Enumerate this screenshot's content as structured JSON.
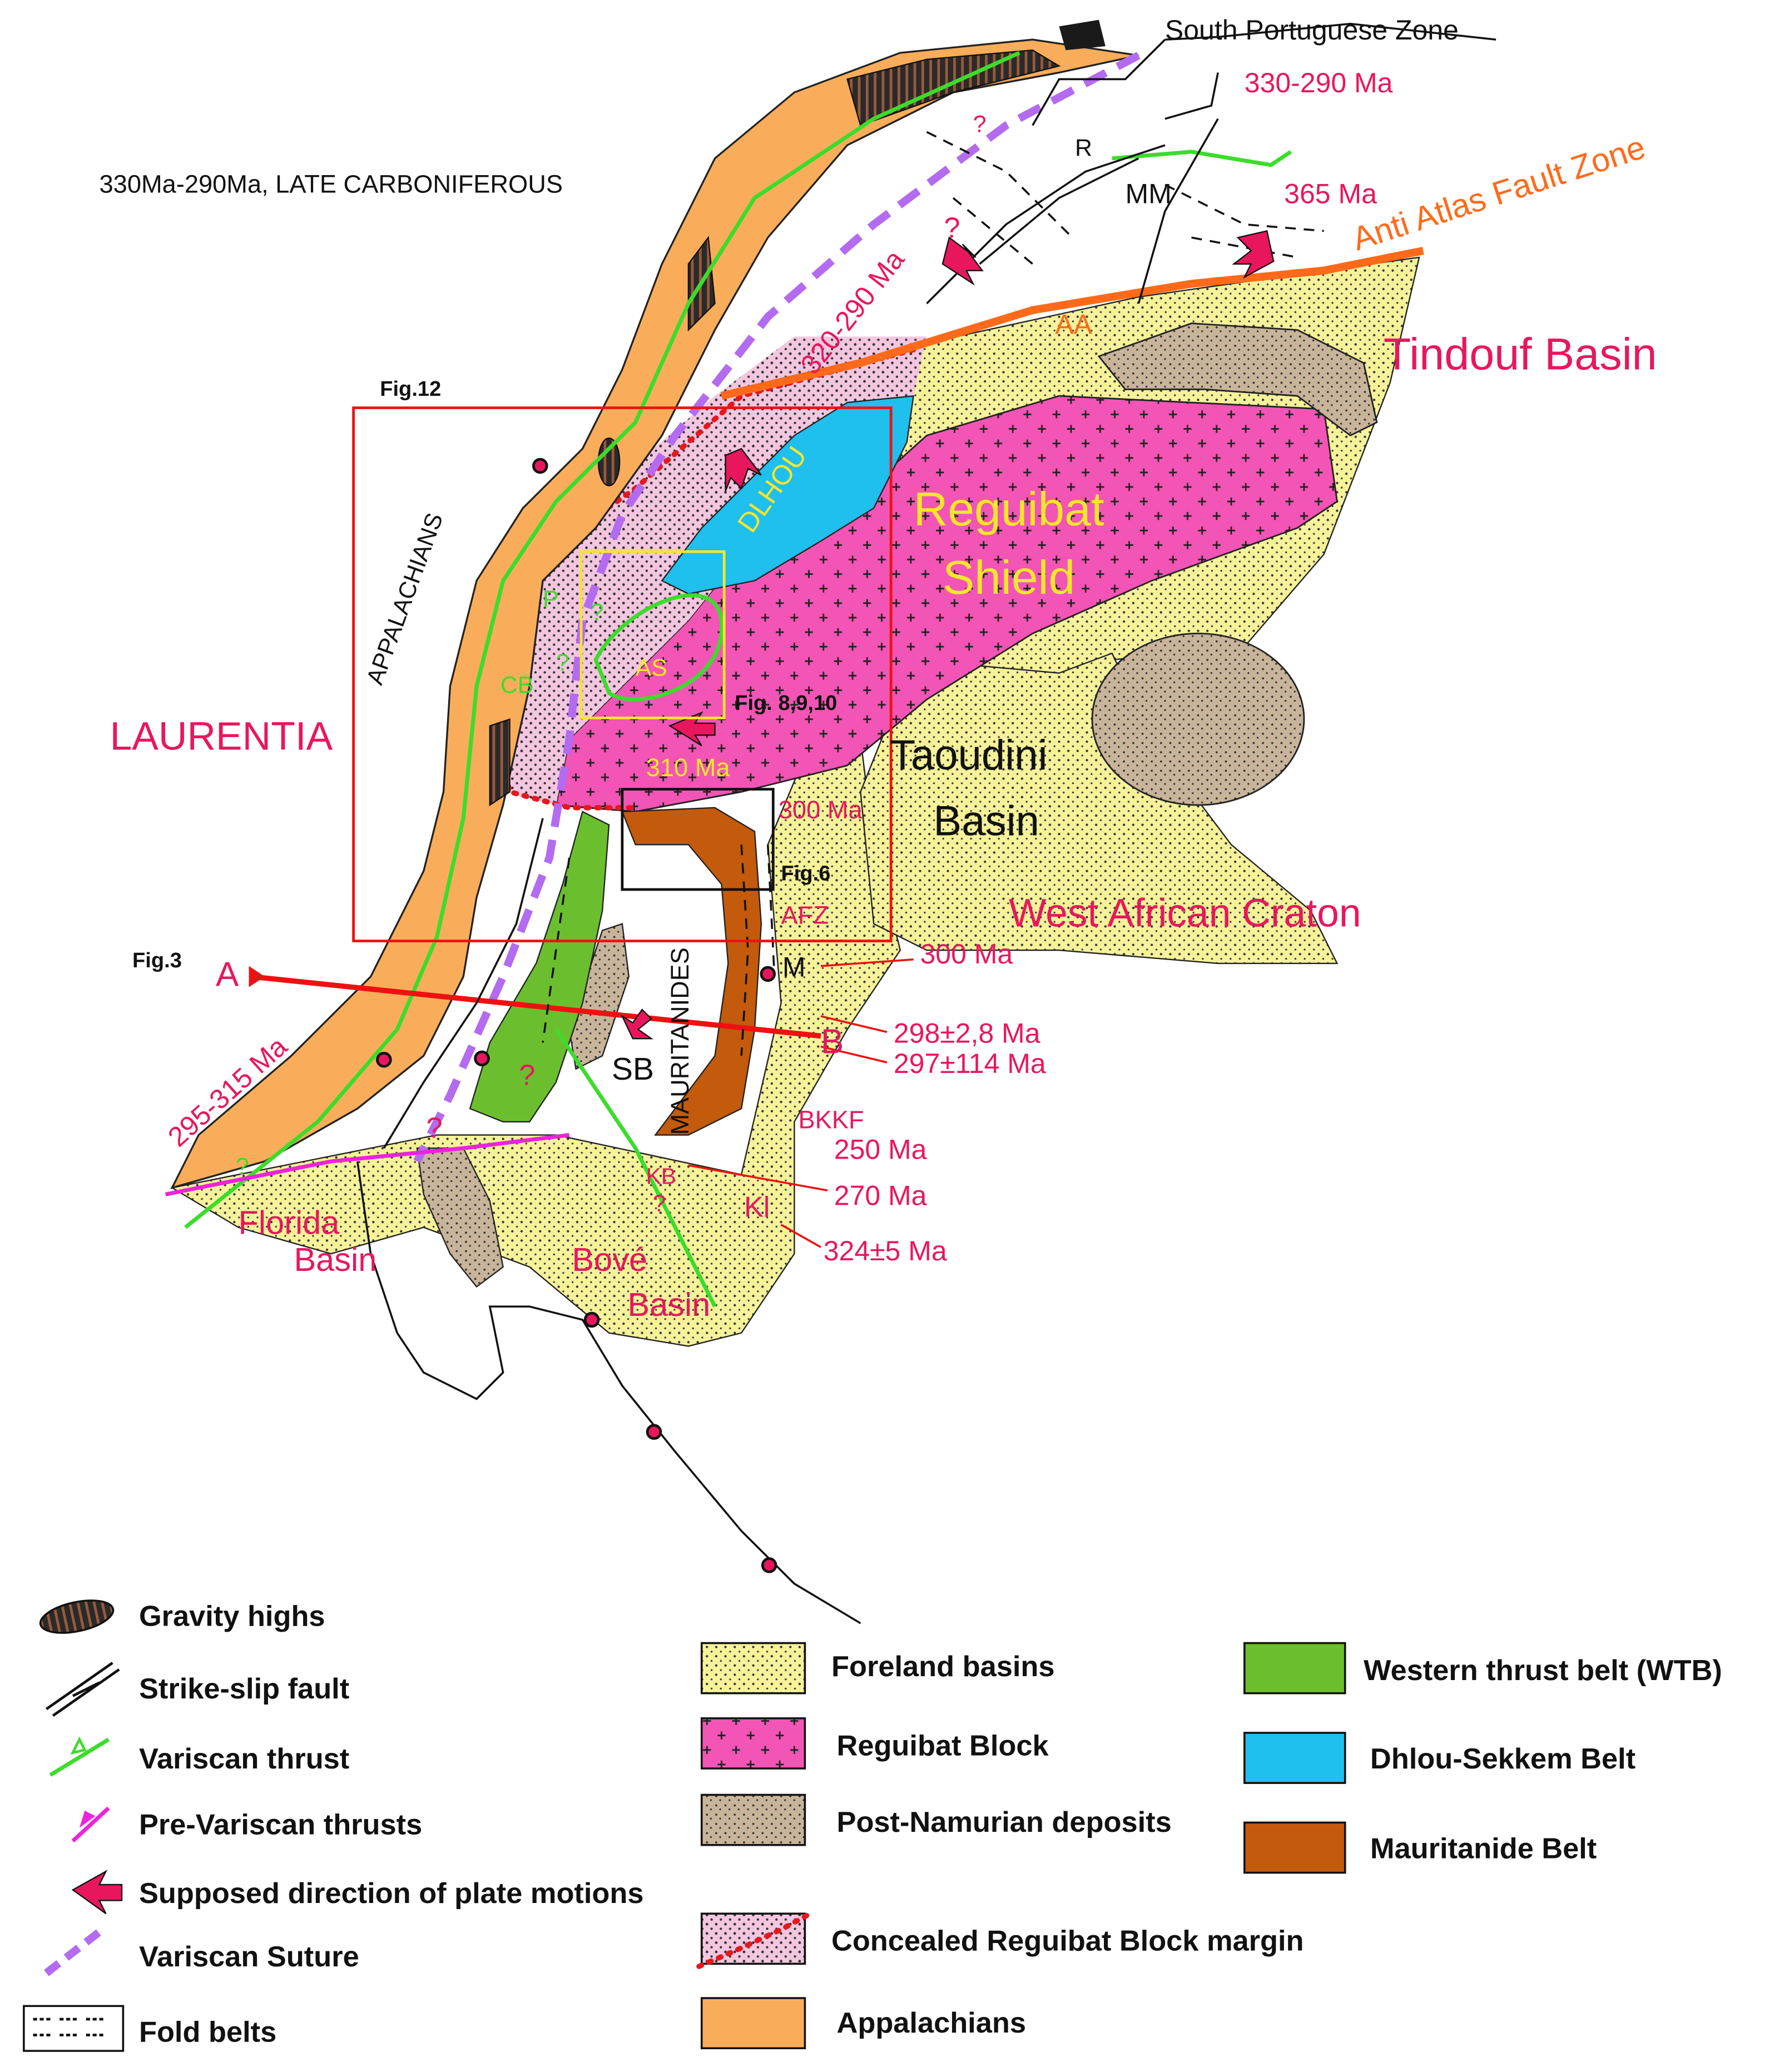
{
  "title": "330Ma-290Ma, LATE CARBONIFEROUS",
  "colors": {
    "foreland": "#f6f29a",
    "reguibat": "#f255b5",
    "post_namurian": "#c8b49a",
    "concealed": "#f3c6df",
    "appalachians": "#f9ad5a",
    "wtb": "#6bbf2f",
    "dhlou": "#1fbfee",
    "mauritanide": "#c45a0c",
    "label_red": "#e8175d",
    "label_yellow": "#f5e62a",
    "fault_orange": "#ff6a1a",
    "suture_purple": "#b36bf0",
    "thrust_green": "#3cdc2c",
    "prethrust_magenta": "#ee22dd",
    "section_red": "#ee1111"
  },
  "labels": {
    "south_portuguese": "South Portuguese Zone",
    "age_330_290": "330-290 Ma",
    "r": "R",
    "mm": "MM",
    "age_365": "365 Ma",
    "anti_atlas": "Anti Atlas Fault Zone",
    "age_320_290": "320-290 Ma",
    "aa": "AA",
    "tindouf": "Tindouf Basin",
    "fig12": "Fig.12",
    "appalachians_vert": "APPALACHIANS",
    "dlhou": "DLHOU",
    "reguibat_1": "Reguibat",
    "reguibat_2": "Shield",
    "p": "P",
    "cb": "CB",
    "as": "AS",
    "fig8910": "Fig. 8,9,10",
    "laurentia": "LAURENTIA",
    "taoudini_1": "Taoudini",
    "taoudini_2": "Basin",
    "age_310": "310 Ma",
    "age_300a": "300 Ma",
    "fig6": "Fig.6",
    "afz": "AFZ",
    "west_african": "West African Craton",
    "fig3": "Fig.3",
    "a": "A",
    "mauritanides": "MAURITANIDES",
    "m": "M",
    "age_300b": "300 Ma",
    "b": "B",
    "age_298": "298±2,8 Ma",
    "age_297": "297±114 Ma",
    "age_295_315": "295-315 Ma",
    "sb": "SB",
    "bkkf": "BKKF",
    "age_250": "250 Ma",
    "kb": "KB",
    "age_270": "270 Ma",
    "kl": "Kl",
    "age_324": "324±5 Ma",
    "florida_1": "Florida",
    "florida_2": "Basin",
    "bove_1": "Bové",
    "bove_2": "Basin",
    "q": "?"
  },
  "legend": {
    "gravity": "Gravity  highs",
    "strike_slip": "Strike-slip fault",
    "variscan_thrust": "Variscan thrust",
    "pre_variscan": "Pre-Variscan thrusts",
    "plate_motion": "Supposed direction of plate motions",
    "suture": "Variscan Suture",
    "fold_belts": "Fold belts",
    "foreland": "Foreland basins",
    "reguibat_block": "Reguibat Block",
    "post_namurian": "Post-Namurian deposits",
    "concealed": "Concealed Reguibat Block margin",
    "appalachians": "Appalachians",
    "wtb": "Western thrust belt (WTB)",
    "dhlou": "Dhlou-Sekkem Belt",
    "mauritanide": "Mauritanide Belt"
  }
}
